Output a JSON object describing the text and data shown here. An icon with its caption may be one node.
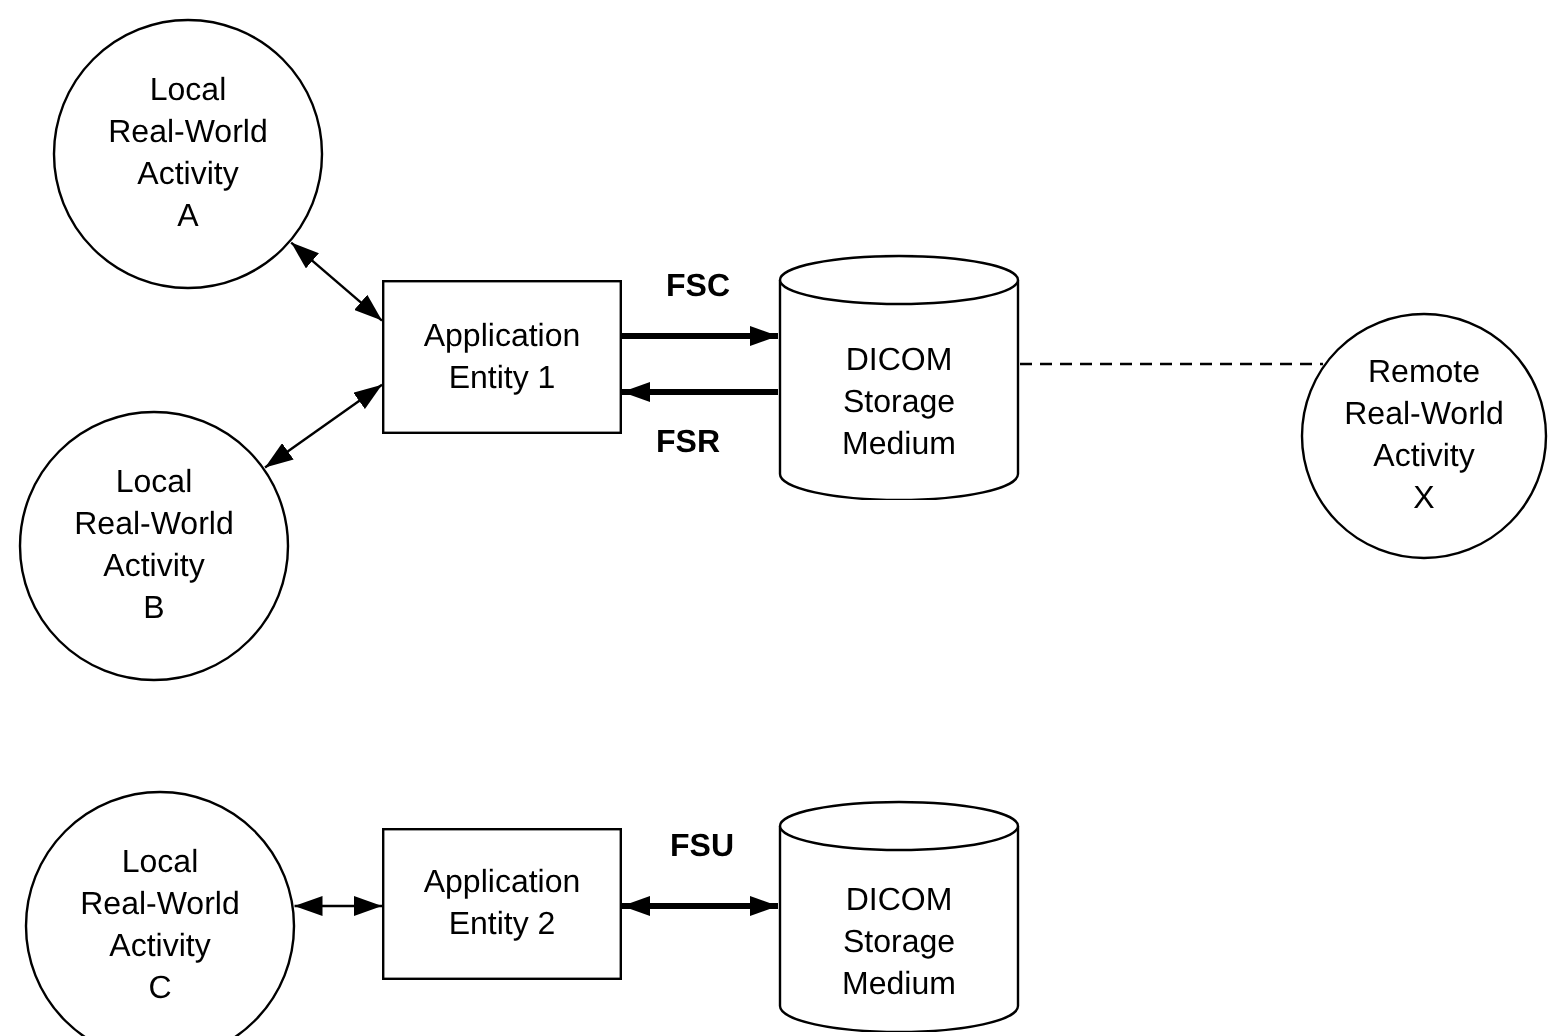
{
  "diagram": {
    "nodes": [
      {
        "text": [
          "Local Real-World Activity",
          "A"
        ]
      },
      {
        "text": [
          "Application Entity 1"
        ]
      },
      {
        "text": [
          "DICOM Storage Medium"
        ]
      },
      {
        "text": [
          "Remote Real-World Activity",
          "X"
        ]
      },
      {
        "text": [
          "Local Real-World Activity",
          "B"
        ]
      },
      {
        "text": [
          "Local Real-World Activity",
          "C"
        ]
      },
      {
        "text": [
          "Application Entity 2"
        ]
      },
      {
        "text": [
          "DICOM Storage Medium"
        ]
      }
    ],
    "edges": [
      {
        "from": 0,
        "to": 1,
        "arrow": "both"
      },
      {
        "from": 4,
        "to": 1,
        "arrow": "both"
      },
      {
        "from": 1,
        "to": 2,
        "arrow": "to",
        "label": "FSC",
        "style": "thick"
      },
      {
        "from": 2,
        "to": 1,
        "arrow": "to",
        "label": "FSR",
        "style": "thick"
      },
      {
        "from": 2,
        "to": 3,
        "arrow": "none",
        "style": "dashed"
      },
      {
        "from": 5,
        "to": 6,
        "arrow": "both"
      },
      {
        "from": 6,
        "to": 7,
        "arrow": "both",
        "label": "FSU",
        "style": "thick"
      }
    ]
  }
}
